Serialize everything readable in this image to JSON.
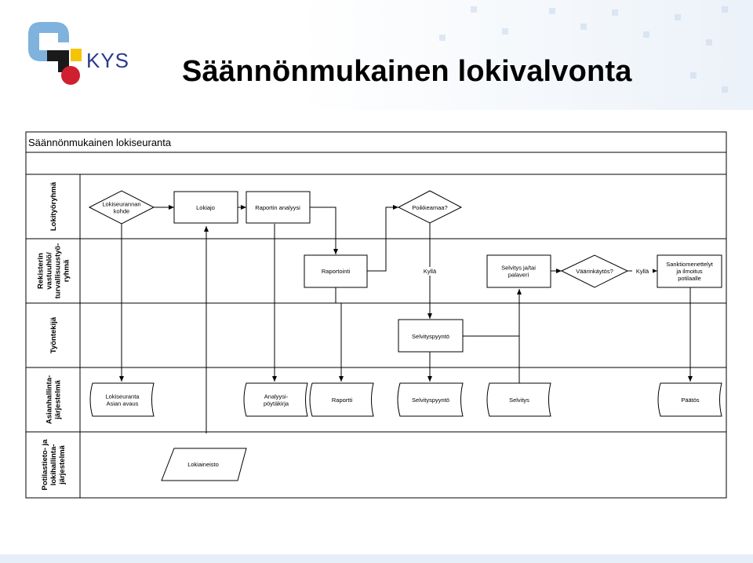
{
  "page": {
    "title": "Säännönmukainen lokivalvonta"
  },
  "logo": {
    "text": "KYS"
  },
  "diagram": {
    "caption": "Säännönmukainen lokiseuranta",
    "lanes": [
      {
        "lines": [
          "Lokityöryhmä"
        ]
      },
      {
        "lines": [
          "Rekisterin",
          "vastuuhlö/",
          "turvallisuustyö-",
          "ryhmä"
        ]
      },
      {
        "lines": [
          "Työntekijä"
        ]
      },
      {
        "lines": [
          "Asianhallinta-",
          "järjestelmä"
        ]
      },
      {
        "lines": [
          "Potilastieto- ja",
          "lokihallinta-",
          "järjestelmä"
        ]
      }
    ],
    "nodes": {
      "lokiseurannan_kohde": [
        "Lokiseurannan",
        "kohde"
      ],
      "lokiajo": [
        "Lokiajo"
      ],
      "raportin_analyysi": [
        "Raportin analyysi"
      ],
      "poikkeamaa": [
        "Poikkeamaa?"
      ],
      "raportointi": [
        "Raportointi"
      ],
      "selvitys_palaveri": [
        "Selvitys ja/tai",
        "palaveri"
      ],
      "vaarinkaytos": [
        "Väärinkäytös?"
      ],
      "sanktiomenettelyt": [
        "Sanktiomenettelyt",
        "ja ilmoitus",
        "potilaalle"
      ],
      "selvityspyynto": [
        "Selvityspyyntö"
      ],
      "doc_lokiseuranta": [
        "Lokiseuranta",
        "Asian avaus"
      ],
      "doc_analyysipoytakirja": [
        "Analyysi-",
        "pöytäkirja"
      ],
      "doc_raportti": [
        "Raportti"
      ],
      "doc_selvityspyynto": [
        "Selvityspyyntö"
      ],
      "doc_selvitys": [
        "Selvitys"
      ],
      "doc_paatos": [
        "Päätös"
      ],
      "lokiaineisto": [
        "Lokiaineisto"
      ]
    },
    "edge_labels": {
      "kylla_1": "Kyllä",
      "kylla_2": "Kyllä"
    }
  }
}
